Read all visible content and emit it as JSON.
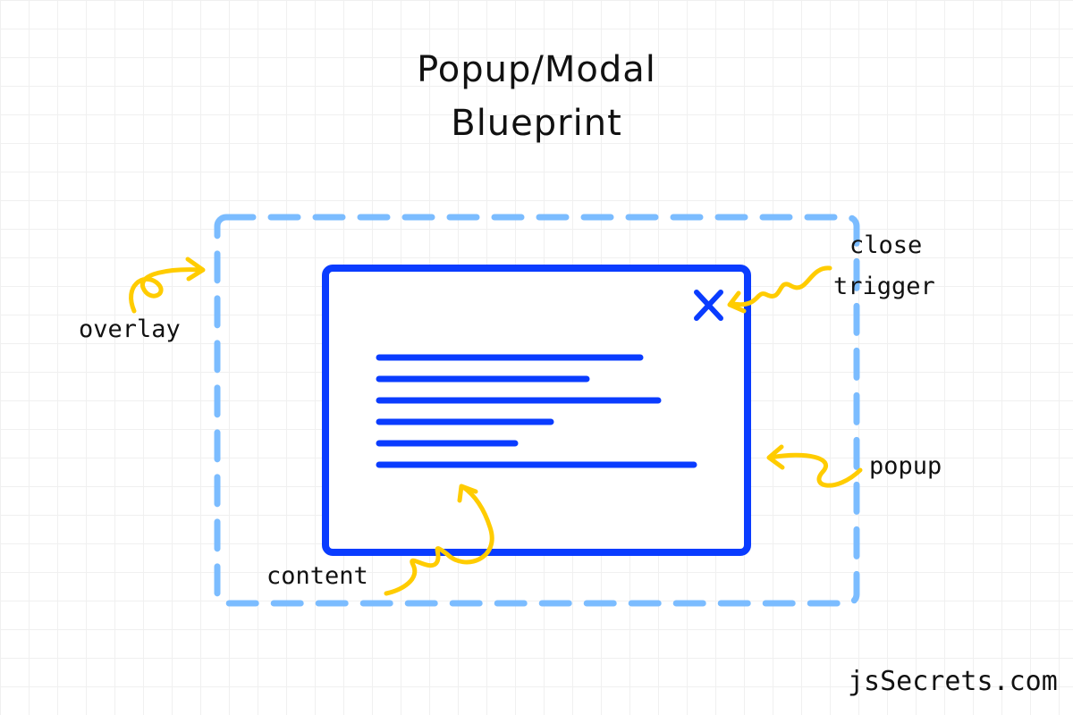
{
  "title": {
    "line1": "Popup/Modal",
    "line2": "Blueprint"
  },
  "labels": {
    "overlay": "overlay",
    "close": "close",
    "trigger": "trigger",
    "popup": "popup",
    "content": "content"
  },
  "footer": "jsSecrets.com",
  "icons": {
    "close": "close-icon",
    "arrows": "curly-arrow-icon"
  },
  "colors": {
    "overlay_border": "#7bbcff",
    "popup_border": "#0a3cff",
    "arrows": "#ffcc00",
    "text": "#111111",
    "grid": "#f0f0f0"
  }
}
